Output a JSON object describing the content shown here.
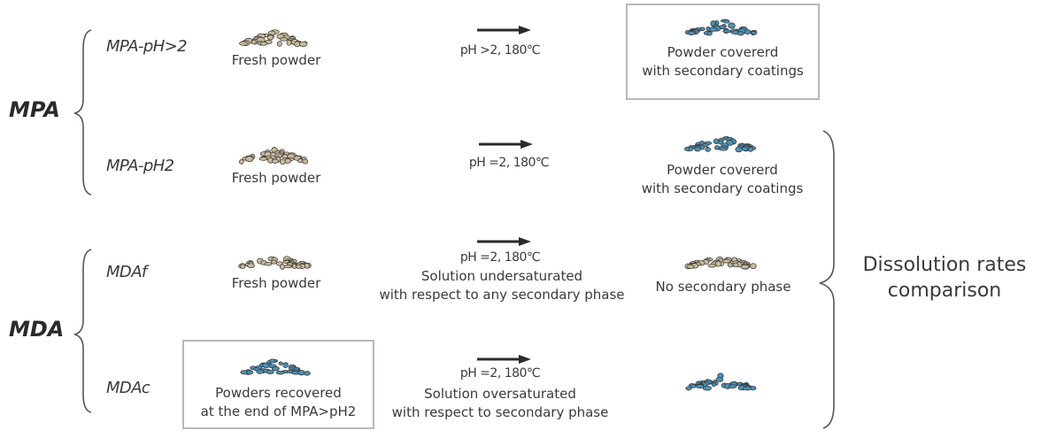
{
  "groups": {
    "mpa": "MPA",
    "mda": "MDA"
  },
  "rows": [
    {
      "case": "MPA-pH>2",
      "input": "Fresh powder",
      "condition": "pH >2, 180℃",
      "note": "",
      "output": [
        "Powder covererd",
        "with secondary coatings"
      ]
    },
    {
      "case": "MPA-pH2",
      "input": "Fresh powder",
      "condition": "pH =2, 180℃",
      "note": "",
      "output": [
        "Powder covererd",
        "with secondary coatings"
      ]
    },
    {
      "case": "MDAf",
      "input": "Fresh powder",
      "condition": "pH =2, 180℃",
      "note": [
        "Solution undersaturated",
        "with respect to any secondary phase"
      ],
      "output": [
        "No secondary phase"
      ]
    },
    {
      "case": "MDAc",
      "input": [
        "Powders recovered",
        "at the end of MPA>pH2"
      ],
      "condition": "pH =2, 180℃",
      "note": [
        "Solution oversaturated",
        "with respect to secondary phase"
      ],
      "output": []
    }
  ],
  "conclusion": [
    "Dissolution rates",
    "comparison"
  ],
  "colors": {
    "fresh_powder": "#c9b99a",
    "coated_powder": "#4f8fb3",
    "arrow": "#2a2a2a",
    "brace": "#555555",
    "frame": "#b8b8b8"
  },
  "icons": {
    "fresh": "fresh-powder-pile-icon",
    "coated": "coated-powder-pile-icon"
  }
}
